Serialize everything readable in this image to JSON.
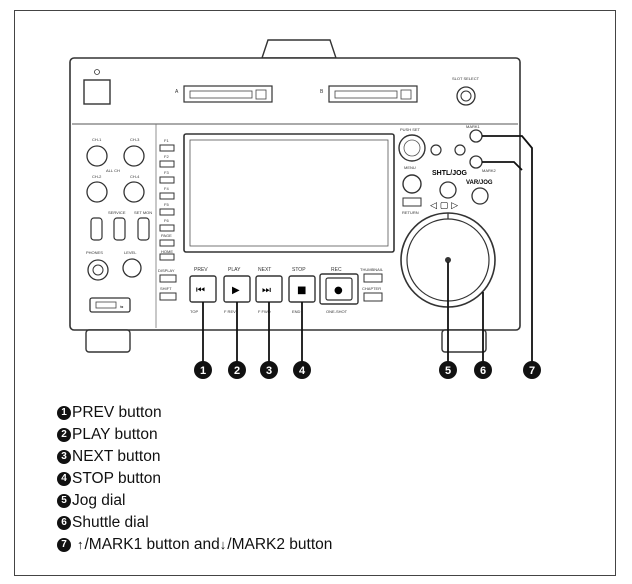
{
  "device": {
    "slot_a": "A",
    "slot_b": "B",
    "slot_select": "SLOT SELECT",
    "audio_knobs": [
      "CH-1",
      "CH-3",
      "CH-2",
      "CH-4"
    ],
    "all_ch": "ALL CH",
    "switches": [
      "",
      "SERVICE",
      "SET MON"
    ],
    "f_buttons": [
      "F1",
      "F2",
      "F3",
      "F4",
      "F5",
      "F6",
      "PAGE",
      "HOME"
    ],
    "phones": "PHONES",
    "level": "LEVEL",
    "display": "DISPLAY",
    "shift": "SHIFT",
    "transport_labels": [
      "PREV",
      "PLAY",
      "NEXT",
      "STOP",
      "REC"
    ],
    "transport_glyphs": [
      "⏮",
      "▶",
      "⏭",
      "■",
      "●"
    ],
    "thumbnail": "THUMBNAIL",
    "chapter": "CHAPTER",
    "sub_labels": [
      "TOP",
      "F REV",
      "F FWD",
      "END"
    ],
    "rec_sub": "ONE-SHOT",
    "push_set": "PUSH SET",
    "menu": "MENU",
    "return": "RETURN",
    "shtl_jog": "SHTL/JOG",
    "var_jog": "VAR/JOG",
    "mark1": "MARK1",
    "mark2": "MARK2",
    "callout_numbers": [
      "1",
      "2",
      "3",
      "4",
      "5",
      "6",
      "7"
    ]
  },
  "legend": [
    {
      "num": "1",
      "text": "PREV button"
    },
    {
      "num": "2",
      "text": "PLAY button"
    },
    {
      "num": "3",
      "text": "NEXT button"
    },
    {
      "num": "4",
      "text": "STOP button"
    },
    {
      "num": "5",
      "text": "Jog dial"
    },
    {
      "num": "6",
      "text": "Shuttle dial"
    },
    {
      "num": "7",
      "up": "↑",
      "mid": "/MARK1 button and ",
      "down": "↓",
      "tail": "/MARK2 button"
    }
  ]
}
